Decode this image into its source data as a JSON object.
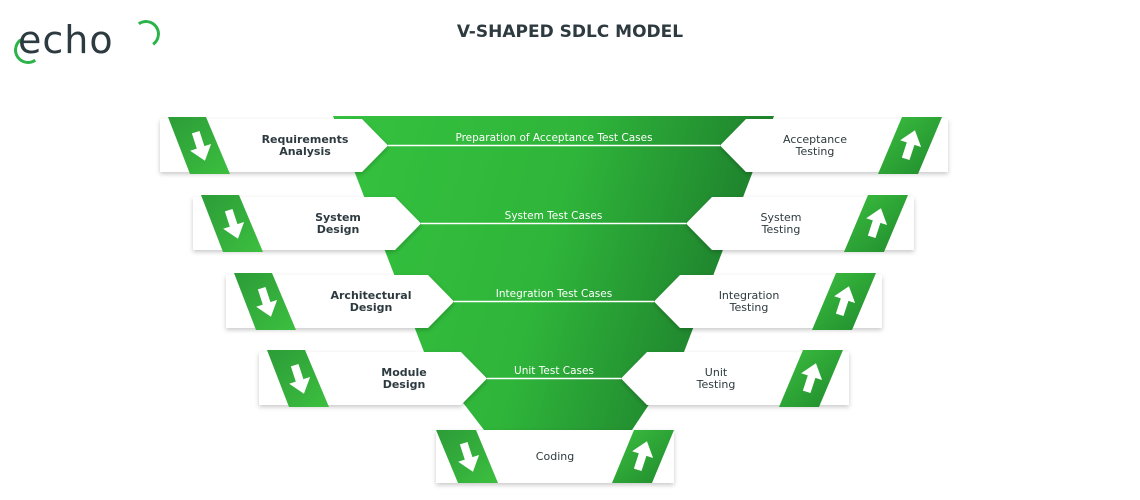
{
  "brand": {
    "logo_text": "echo",
    "accent": "#2cb34a"
  },
  "title": "V-SHAPED SDLC MODEL",
  "left_phases": [
    "Requirements Analysis",
    "System Design",
    "Architectural Design",
    "Module Design"
  ],
  "left_lines": [
    [
      "Requirements",
      "Analysis"
    ],
    [
      "System",
      "Design"
    ],
    [
      "Architectural",
      "Design"
    ],
    [
      "Module",
      "Design"
    ]
  ],
  "test_cases": [
    "Preparation of Acceptance Test Cases",
    "System Test Cases",
    "Integration Test Cases",
    "Unit Test Cases"
  ],
  "right_phases": [
    "Acceptance Testing",
    "System Testing",
    "Integration Testing",
    "Unit Testing"
  ],
  "right_lines": [
    [
      "Acceptance",
      "Testing"
    ],
    [
      "System",
      "Testing"
    ],
    [
      "Integration",
      "Testing"
    ],
    [
      "Unit",
      "Testing"
    ]
  ],
  "bottom_phase": "Coding",
  "icons": {
    "left": "down-arrow-icon",
    "right": "up-arrow-icon"
  }
}
